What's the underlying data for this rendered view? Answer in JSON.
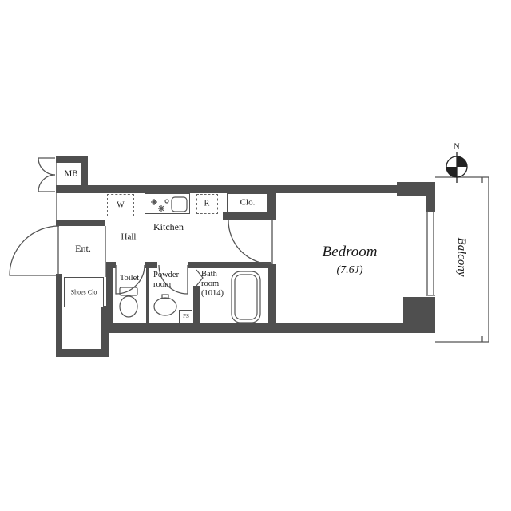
{
  "labels": {
    "north": "N",
    "balcony": "Balcony",
    "bedroom_name": "Bedroom",
    "bedroom_size": "(7.6J)",
    "closet": "Clo.",
    "kitchen": "Kitchen",
    "hall": "Hall",
    "washer": "W",
    "fridge": "R",
    "meter_box": "MB",
    "entrance": "Ent.",
    "shoes_closet": "Shoes Clo",
    "toilet": "Toilet",
    "powder_room": "Powder\nroom",
    "bath_room": "Bath\nroom\n(1014)",
    "pipe_space": "PS"
  },
  "colors": {
    "wall": "#4f4f4f",
    "line": "#555555",
    "text": "#1a1a1a",
    "background": "#ffffff"
  }
}
